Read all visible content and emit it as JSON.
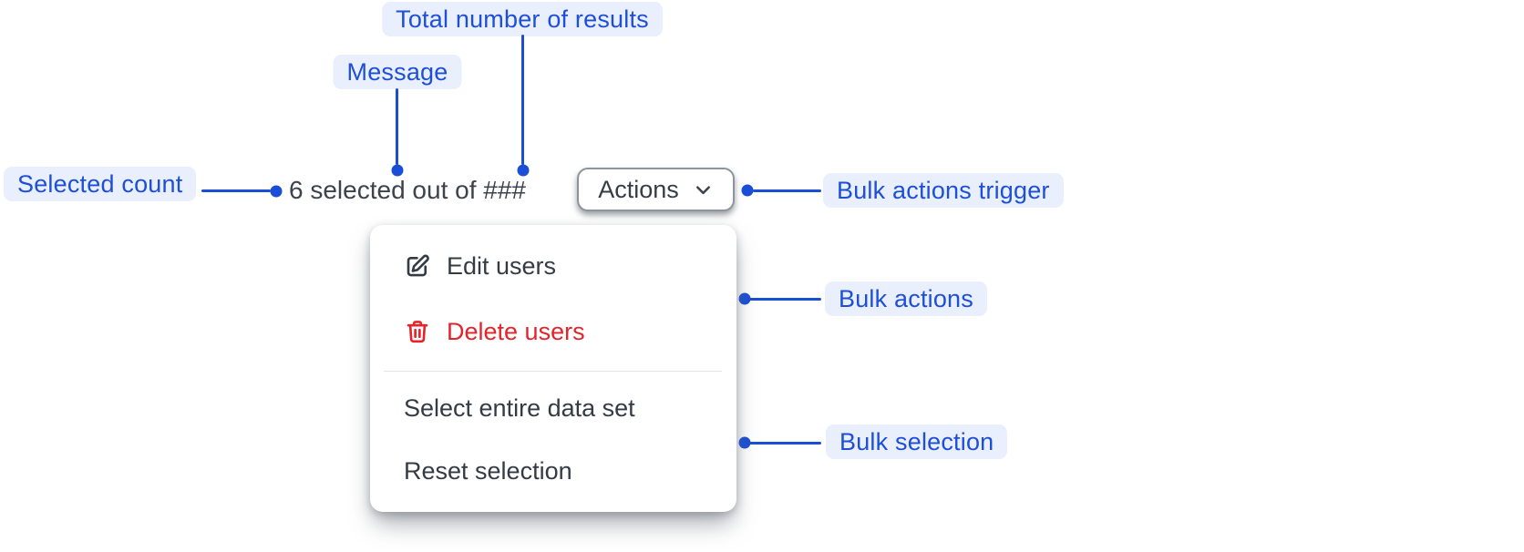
{
  "annotations": {
    "total_results": "Total number of results",
    "message": "Message",
    "selected_count": "Selected count",
    "bulk_actions_trigger": "Bulk actions trigger",
    "bulk_actions": "Bulk actions",
    "bulk_selection": "Bulk selection"
  },
  "component": {
    "selection_message": "6 selected out of ###",
    "trigger_label": "Actions",
    "menu_items": [
      {
        "label": "Edit users",
        "icon": "edit-icon",
        "variant": "default"
      },
      {
        "label": "Delete users",
        "icon": "trash-icon",
        "variant": "danger"
      },
      {
        "label": "Select entire data set",
        "variant": "default"
      },
      {
        "label": "Reset selection",
        "variant": "default"
      }
    ]
  },
  "colors": {
    "annotation_blue": "#1d4fd8",
    "annotation_background": "#e9effc",
    "connector_blue": "#1b4ed6",
    "danger_red": "#e3242b",
    "text_dark": "#343b45",
    "message_text": "#3d434d",
    "button_border": "#8e949b",
    "divider": "#e2e4e7"
  }
}
